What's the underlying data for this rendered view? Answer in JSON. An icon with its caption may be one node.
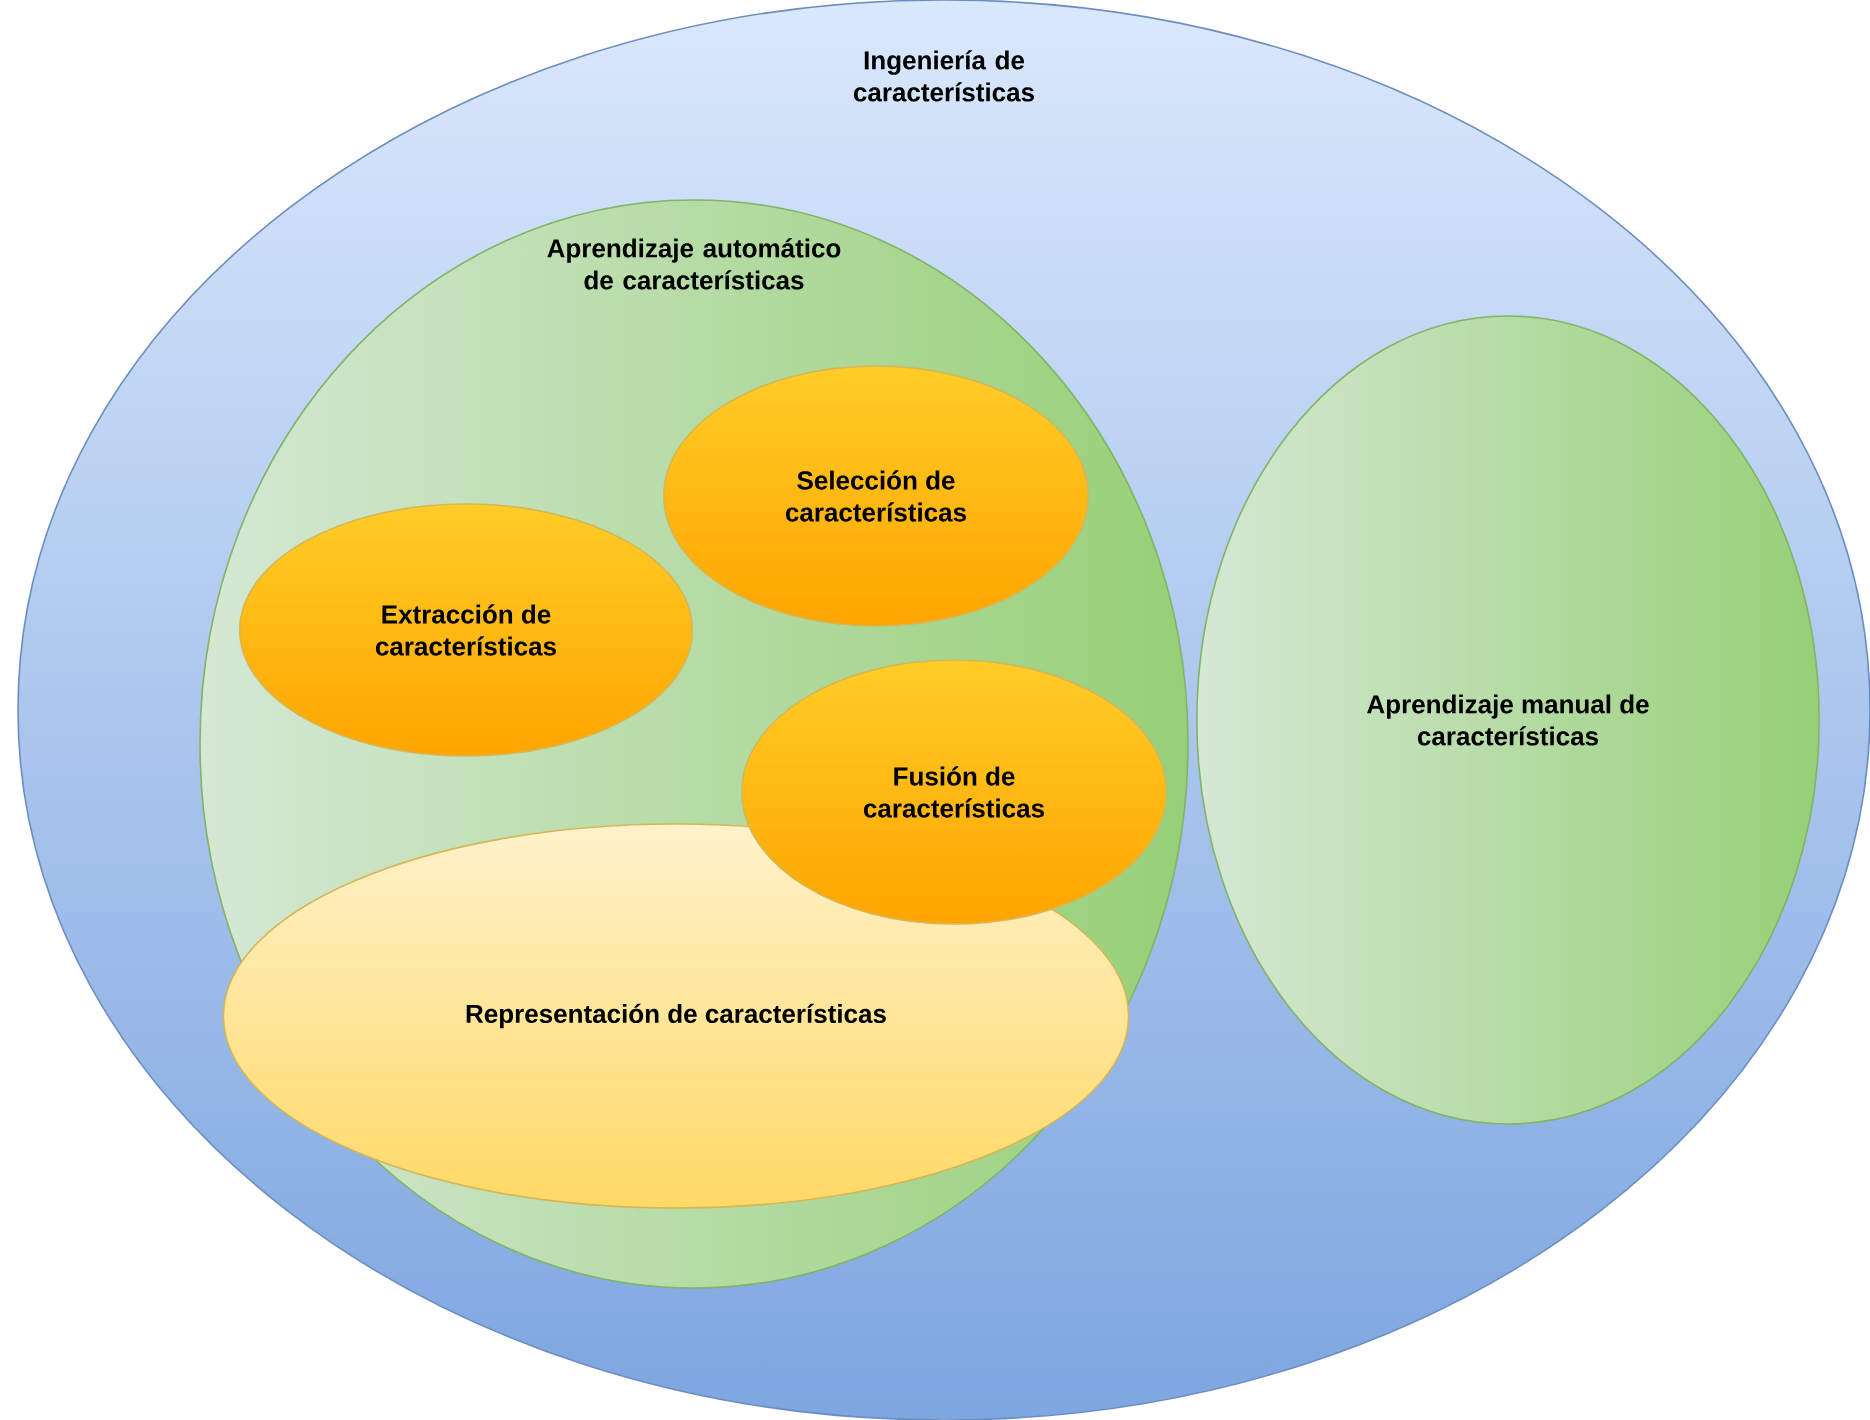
{
  "diagram": {
    "nodes": [
      {
        "text": [
          "Ingeniería de características"
        ]
      },
      {
        "text": [
          "Aprendizaje automático de características"
        ],
        "in": 0
      },
      {
        "text": [
          "Selección de características"
        ],
        "in": 1
      },
      {
        "text": [
          "Extracción de características"
        ],
        "in": 1
      },
      {
        "text": [
          "Fusión de características"
        ],
        "in": 1
      },
      {
        "text": [
          "Representación de características"
        ],
        "in": 1
      },
      {
        "text": [
          "Aprendizaje manual de características"
        ],
        "in": 0
      }
    ]
  }
}
